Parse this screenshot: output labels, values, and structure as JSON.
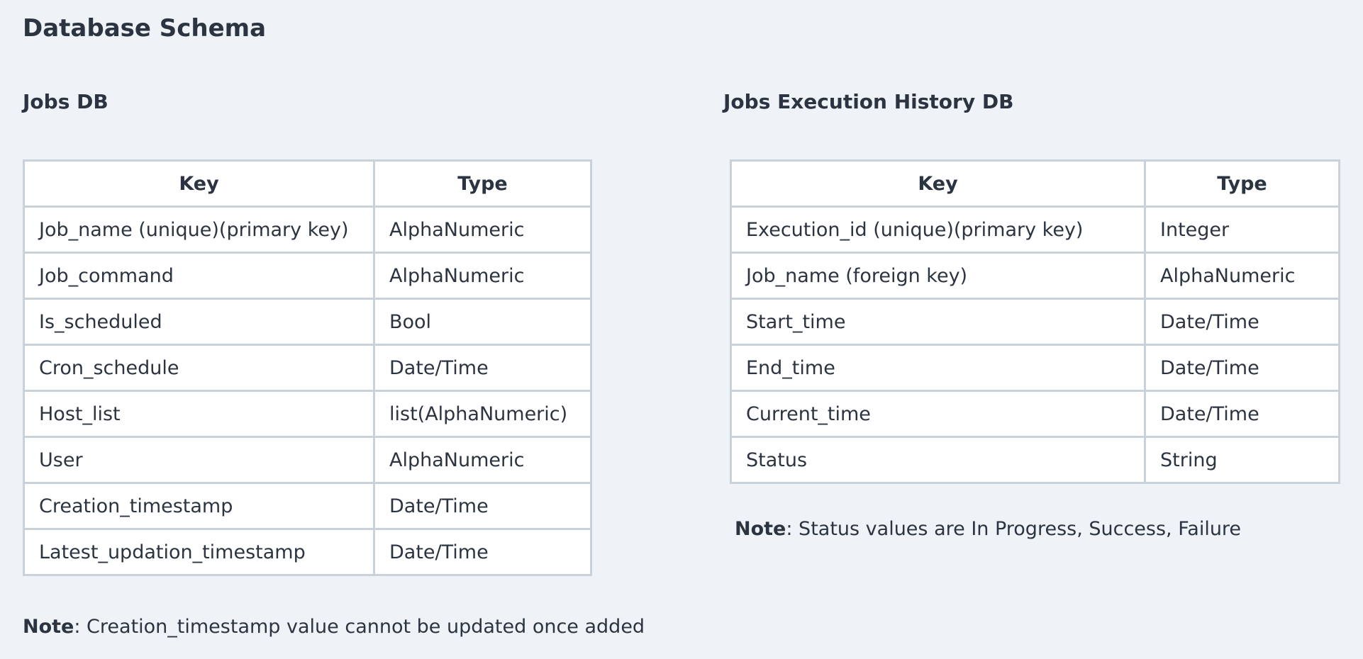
{
  "page_title": "Database Schema",
  "jobs_db": {
    "title": "Jobs DB",
    "headers": {
      "key": "Key",
      "type": "Type"
    },
    "rows": [
      {
        "key": "Job_name (unique)(primary key)",
        "type": "AlphaNumeric"
      },
      {
        "key": "Job_command",
        "type": "AlphaNumeric"
      },
      {
        "key": "Is_scheduled",
        "type": "Bool"
      },
      {
        "key": "Cron_schedule",
        "type": "Date/Time"
      },
      {
        "key": "Host_list",
        "type": "list(AlphaNumeric)"
      },
      {
        "key": "User",
        "type": "AlphaNumeric"
      },
      {
        "key": "Creation_timestamp",
        "type": "Date/Time"
      },
      {
        "key": "Latest_updation_timestamp",
        "type": "Date/Time"
      }
    ],
    "note": {
      "label": "Note",
      "text": ": Creation_timestamp value cannot be updated once added"
    }
  },
  "history_db": {
    "title": "Jobs Execution History DB",
    "headers": {
      "key": "Key",
      "type": "Type"
    },
    "rows": [
      {
        "key": "Execution_id (unique)(primary key)",
        "type": "Integer"
      },
      {
        "key": "Job_name (foreign key)",
        "type": "AlphaNumeric"
      },
      {
        "key": "Start_time",
        "type": "Date/Time"
      },
      {
        "key": "End_time",
        "type": "Date/Time"
      },
      {
        "key": "Current_time",
        "type": "Date/Time"
      },
      {
        "key": "Status",
        "type": "String"
      }
    ],
    "note": {
      "label": "Note",
      "text": ": Status values are In Progress, Success, Failure"
    }
  }
}
